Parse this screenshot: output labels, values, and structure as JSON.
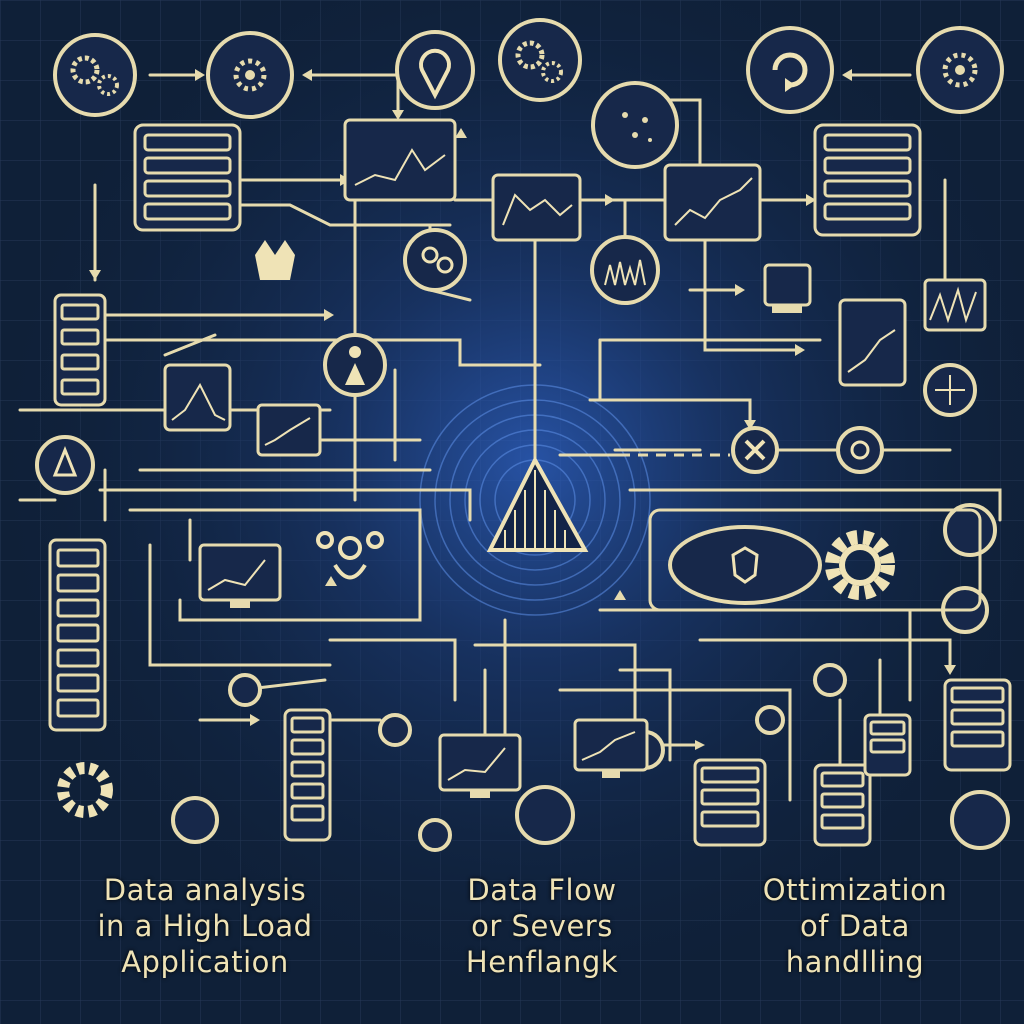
{
  "palette": {
    "background": "#0f2038",
    "glow": "#2f63c8",
    "line": "#e6dbae",
    "node_fill": "#17284a",
    "grid": "#3a4e70"
  },
  "captions": [
    {
      "id": "left",
      "lines": [
        "Data analysis",
        "in a High Load",
        "Application"
      ]
    },
    {
      "id": "mid",
      "lines": [
        "Data Flow",
        "or Severs",
        "Henflangk"
      ]
    },
    {
      "id": "right",
      "lines": [
        "Ottimization",
        "of Data",
        "handlling"
      ]
    }
  ],
  "icons": {
    "gear_circle": "gear-icon",
    "pin_circle": "location-pin-icon",
    "refresh_circle": "refresh-icon",
    "server_stack": "server-icon",
    "chart_panel": "chart-icon",
    "monitor": "monitor-icon",
    "person_circle": "user-icon",
    "triangle_core": "triangle-hub-icon"
  }
}
